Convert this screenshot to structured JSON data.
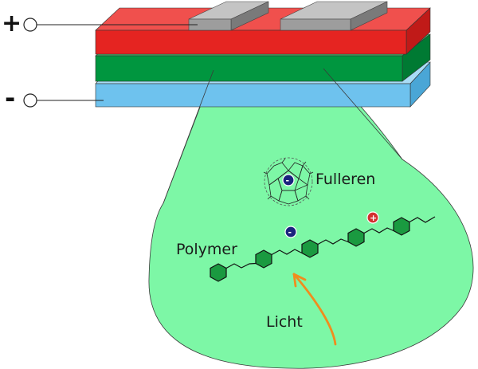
{
  "terminals": {
    "positive_sign": "+",
    "negative_sign": "-"
  },
  "labels": {
    "fullerene": "Fulleren",
    "polymer": "Polymer",
    "light": "Licht"
  },
  "charges": {
    "electron_sign": "-",
    "hole_sign": "+"
  },
  "colors": {
    "top_layer": "#e52421",
    "middle_layer": "#00963f",
    "bottom_layer": "#6ec2ee",
    "electrode": "#9d9d9d",
    "zoom_bubble": "#7df7a6",
    "hexagon": "#1a9a40",
    "electron": "#1a237e",
    "hole": "#d32f2f",
    "light_arrow": "#f08c1e"
  }
}
